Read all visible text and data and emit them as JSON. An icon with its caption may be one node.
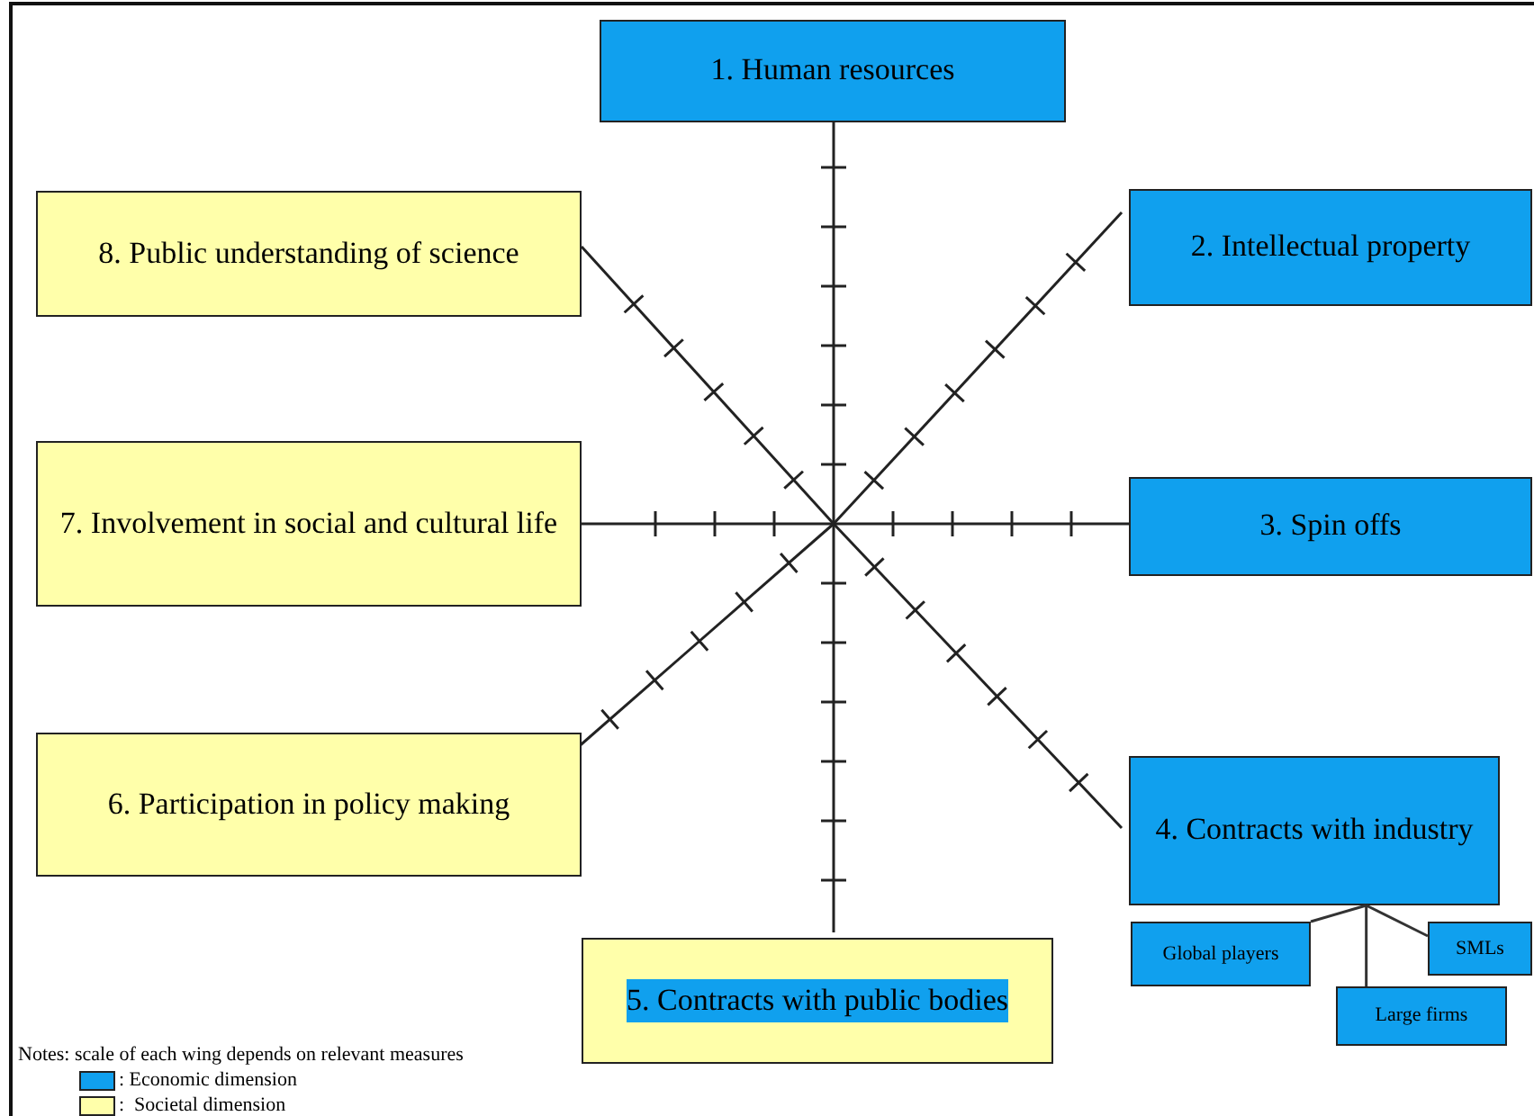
{
  "diagram": {
    "nodes": [
      {
        "text": [
          "1. Human resources"
        ]
      },
      {
        "text": [
          "2. Intellectual property"
        ]
      },
      {
        "text": [
          "3. Spin offs"
        ]
      },
      {
        "text": [
          "4. Contracts with industry"
        ]
      },
      {
        "text": [
          "5. Contracts with public bodies"
        ]
      },
      {
        "text": [
          "6. Participation in policy making"
        ]
      },
      {
        "text": [
          "7. Involvement in social and cultural life"
        ]
      },
      {
        "text": [
          "8. Public understanding of science"
        ]
      },
      {
        "text": [
          "Global players"
        ]
      },
      {
        "text": [
          "Large firms"
        ]
      },
      {
        "text": [
          "SMLs"
        ]
      }
    ],
    "edges": [
      {
        "from": 3,
        "to": 8,
        "arrow": "none"
      },
      {
        "from": 3,
        "to": 9,
        "arrow": "none"
      },
      {
        "from": 3,
        "to": 10,
        "arrow": "none"
      }
    ],
    "labels": [
      "Notes: scale of each wing depends on relevant measures"
    ],
    "legend": [
      {
        "text": ": Economic dimension",
        "color": "#10a0ee"
      },
      {
        "text": ":  Societal dimension",
        "color": "#ffffaa"
      }
    ]
  }
}
